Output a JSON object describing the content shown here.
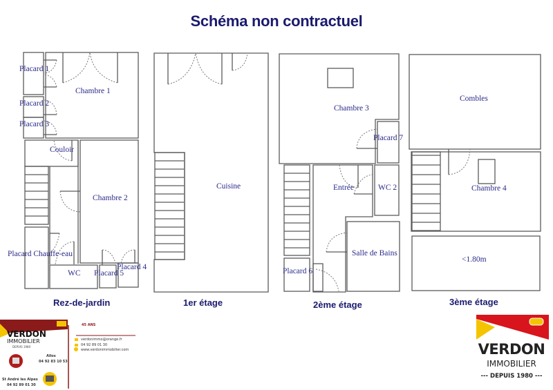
{
  "header": {
    "title": "Schéma non contractuel"
  },
  "floors": [
    {
      "name": "Rez-de-jardin",
      "rooms": [
        "Placard 1",
        "Chambre 1",
        "Placard 2",
        "Placard 3",
        "Couloir",
        "Chambre 2",
        "Placard Chauffe-eau",
        "WC",
        "Placard 5",
        "Placard 4"
      ]
    },
    {
      "name": "1er étage",
      "rooms": [
        "Cuisine"
      ]
    },
    {
      "name": "2ème étage",
      "rooms": [
        "Chambre 3",
        "Placard 7",
        "Entrée",
        "WC 2",
        "Salle de Bains",
        "Placard 6"
      ]
    },
    {
      "name": "3ème étage",
      "rooms": [
        "Combles",
        "Chambre 4",
        "<1.80m"
      ]
    }
  ],
  "agency_card": {
    "brand": "VERDON",
    "subtitle": "IMMOBILIER",
    "since": "DEPUIS 1980",
    "anniversary": "45 ANS",
    "office_1": {
      "city": "Allos",
      "phone": "04 92 83 10 53"
    },
    "office_2": {
      "city": "St André les Alpes",
      "phone": "04 92 89 01 30"
    },
    "email": "verdonimmo@orange.fr",
    "phone": "04 92 89 01 30",
    "website": "www.verdonimmobilier.com"
  },
  "agency_logo": {
    "brand": "VERDON",
    "subtitle": "IMMOBILIER",
    "since": "--- DEPUIS 1980 ---"
  },
  "colors": {
    "title": "#1a1a6e",
    "room_label": "#2a2a8a",
    "wall": "#5a5a5a",
    "brand_red": "#d8141c",
    "brand_yellow": "#f5c400"
  }
}
